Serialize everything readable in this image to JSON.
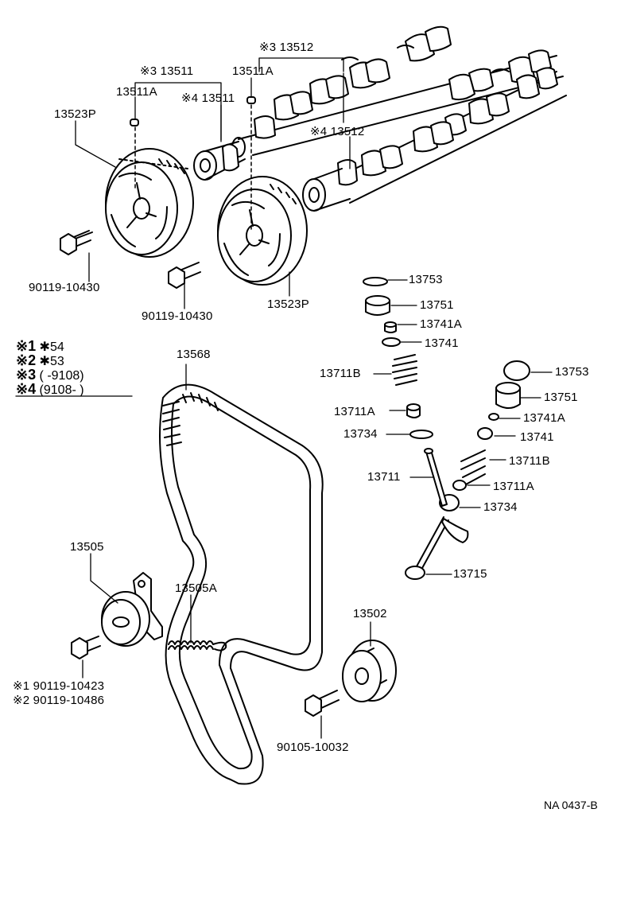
{
  "labels": {
    "p13512_group": "※3 13512",
    "p13511_group": "※3 13511",
    "p13511A_left": "13511A",
    "p13511A_right": "13511A",
    "p13511_s4": "※4 13511",
    "p13512_s4": "※4 13512",
    "p13523P_left": "13523P",
    "p13523P_right": "13523P",
    "bolt_left": "90119-10430",
    "bolt_mid": "90119-10430",
    "p13753_a": "13753",
    "p13751_a": "13751",
    "p13741A_a": "13741A",
    "p13741_a": "13741",
    "p13711B_a": "13711B",
    "p13711A_a": "13711A",
    "p13734_a": "13734",
    "p13711": "13711",
    "p13753_b": "13753",
    "p13751_b": "13751",
    "p13741A_b": "13741A",
    "p13741_b": "13741",
    "p13711B_b": "13711B",
    "p13711A_b": "13711A",
    "p13734_b": "13734",
    "p13715": "13715",
    "p13568": "13568",
    "p13505": "13505",
    "p13505A": "13505A",
    "p13502": "13502",
    "tensioner_bolt_1": "※1  90119-10423",
    "tensioner_bolt_2": "※2  90119-10486",
    "idler_bolt": "90105-10032"
  },
  "legend": [
    {
      "mark": "※1",
      "text": "✱54"
    },
    {
      "mark": "※2",
      "text": "✱53"
    },
    {
      "mark": "※3",
      "text": "(        -9108)"
    },
    {
      "mark": "※4",
      "text": "(9108-        )"
    }
  ],
  "diagram_code": "NA 0437-B"
}
